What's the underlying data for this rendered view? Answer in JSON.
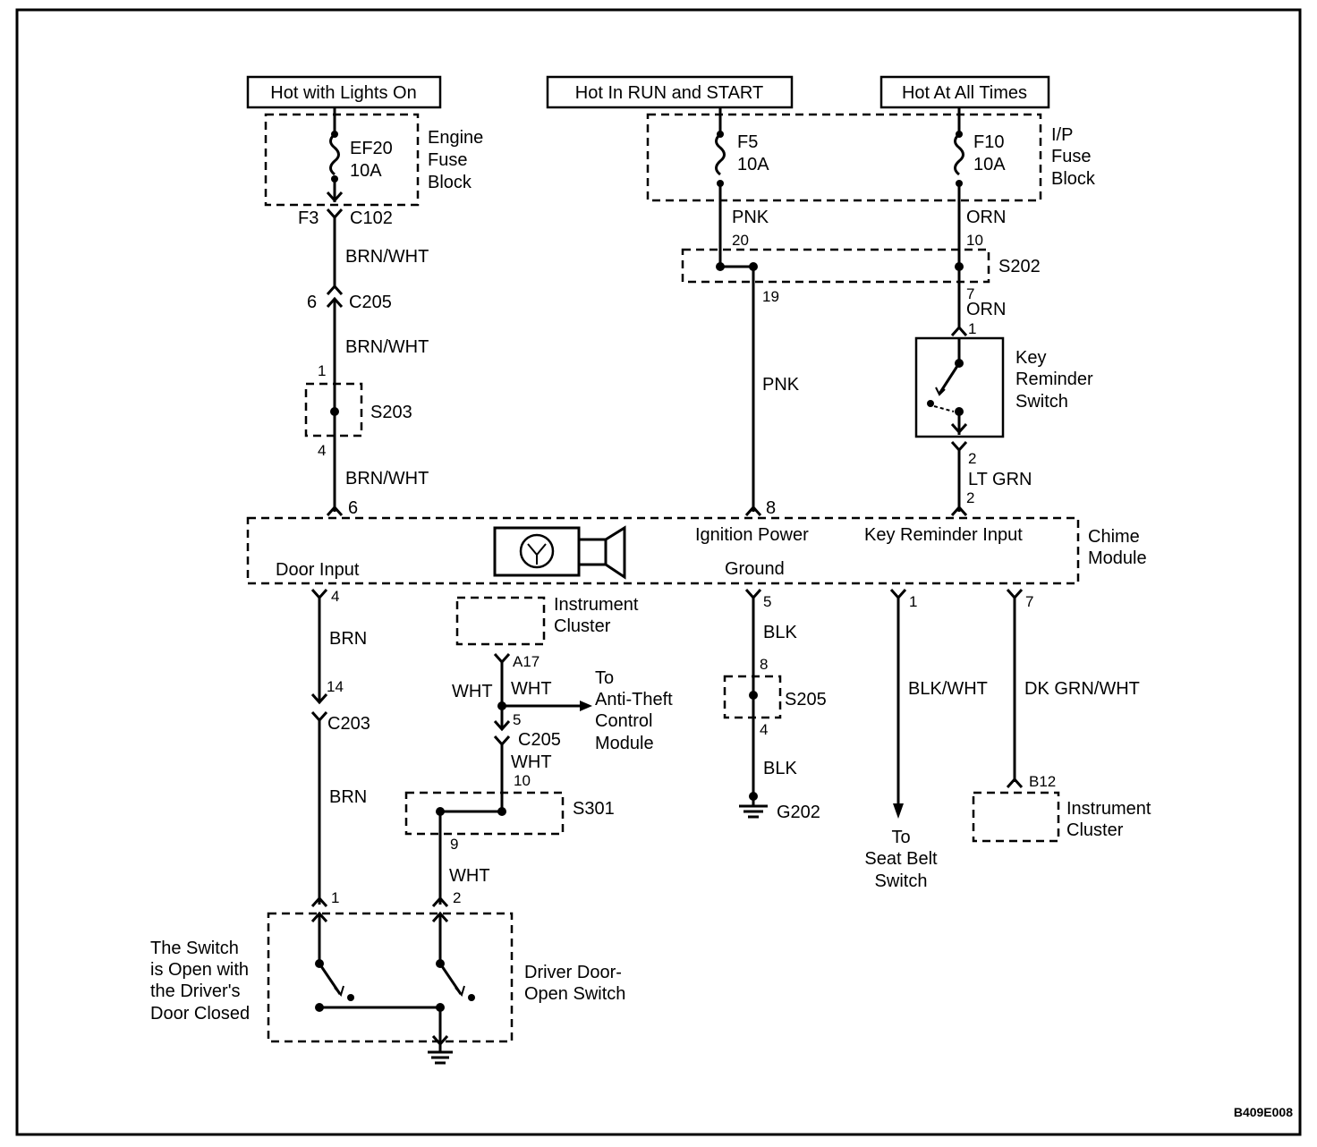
{
  "power_labels": {
    "lights_on": "Hot with Lights On",
    "run_start": "Hot In RUN and START",
    "all_times": "Hot At All Times"
  },
  "engine_fuse_block": {
    "name_lines": [
      "Engine",
      "Fuse",
      "Block"
    ],
    "fuse_name": "EF20",
    "fuse_rating": "10A",
    "pin": "F3",
    "connector": "C102"
  },
  "ip_fuse_block": {
    "name_lines": [
      "I/P",
      "Fuse",
      "Block"
    ],
    "fuses": [
      {
        "name": "F5",
        "rating": "10A"
      },
      {
        "name": "F10",
        "rating": "10A"
      }
    ]
  },
  "door_circuit": {
    "wire_upper": "BRN/WHT",
    "c205_pin": "6",
    "c205": "C205",
    "wire_mid": "BRN/WHT",
    "s203_pin_top": "1",
    "s203": "S203",
    "s203_pin_bottom": "4",
    "wire_lower": "BRN/WHT",
    "chime_pin": "6"
  },
  "ignition_circuit": {
    "wire_pnk": "PNK",
    "pin_20": "20",
    "pin_19": "19",
    "wire_pnk_lower": "PNK",
    "chime_pin": "8"
  },
  "key_circuit": {
    "wire_orn": "ORN",
    "pin_10": "10",
    "s202": "S202",
    "pin_7": "7",
    "wire_orn_lower": "ORN",
    "switch_pin_top": "1",
    "switch_name_lines": [
      "Key",
      "Reminder",
      "Switch"
    ],
    "switch_pin_bottom": "2",
    "wire_lt_grn": "LT GRN",
    "chime_pin": "2"
  },
  "chime_module": {
    "name_lines": [
      "Chime",
      "Module"
    ],
    "door_input": "Door Input",
    "ignition_power": "Ignition Power",
    "ground": "Ground",
    "key_reminder_input": "Key Reminder Input"
  },
  "door_output": {
    "pin_4": "4",
    "wire_brn": "BRN",
    "pin_14": "14",
    "c203": "C203",
    "wire_brn_lower": "BRN",
    "switch_pin_1": "1"
  },
  "instrument_cluster_top": {
    "name_lines": [
      "Instrument",
      "Cluster"
    ],
    "pin_a17": "A17",
    "wire_wht_left": "WHT",
    "wire_wht_right": "WHT",
    "to_lines": [
      "To",
      "Anti-Theft",
      "Control",
      "Module"
    ],
    "pin_5": "5",
    "c205": "C205",
    "wire_wht_mid": "WHT",
    "pin_10": "10",
    "s301": "S301",
    "pin_9": "9",
    "wire_wht_lower": "WHT",
    "switch_pin_2": "2"
  },
  "ground_circuit": {
    "pin_5": "5",
    "wire_blk": "BLK",
    "pin_8": "8",
    "s205": "S205",
    "pin_4": "4",
    "wire_blk_lower": "BLK",
    "ground": "G202"
  },
  "seat_belt": {
    "pin_1": "1",
    "wire": "BLK/WHT",
    "to_lines": [
      "To",
      "Seat Belt",
      "Switch"
    ]
  },
  "instrument_cluster_bottom": {
    "pin_7": "7",
    "wire": "DK GRN/WHT",
    "pin_b12": "B12",
    "name_lines": [
      "Instrument",
      "Cluster"
    ]
  },
  "driver_door_switch": {
    "note_lines": [
      "The Switch",
      "is Open with",
      "the Driver's",
      "Door Closed"
    ],
    "name_lines": [
      "Driver Door-",
      "Open Switch"
    ]
  },
  "figure_code": "B409E008"
}
